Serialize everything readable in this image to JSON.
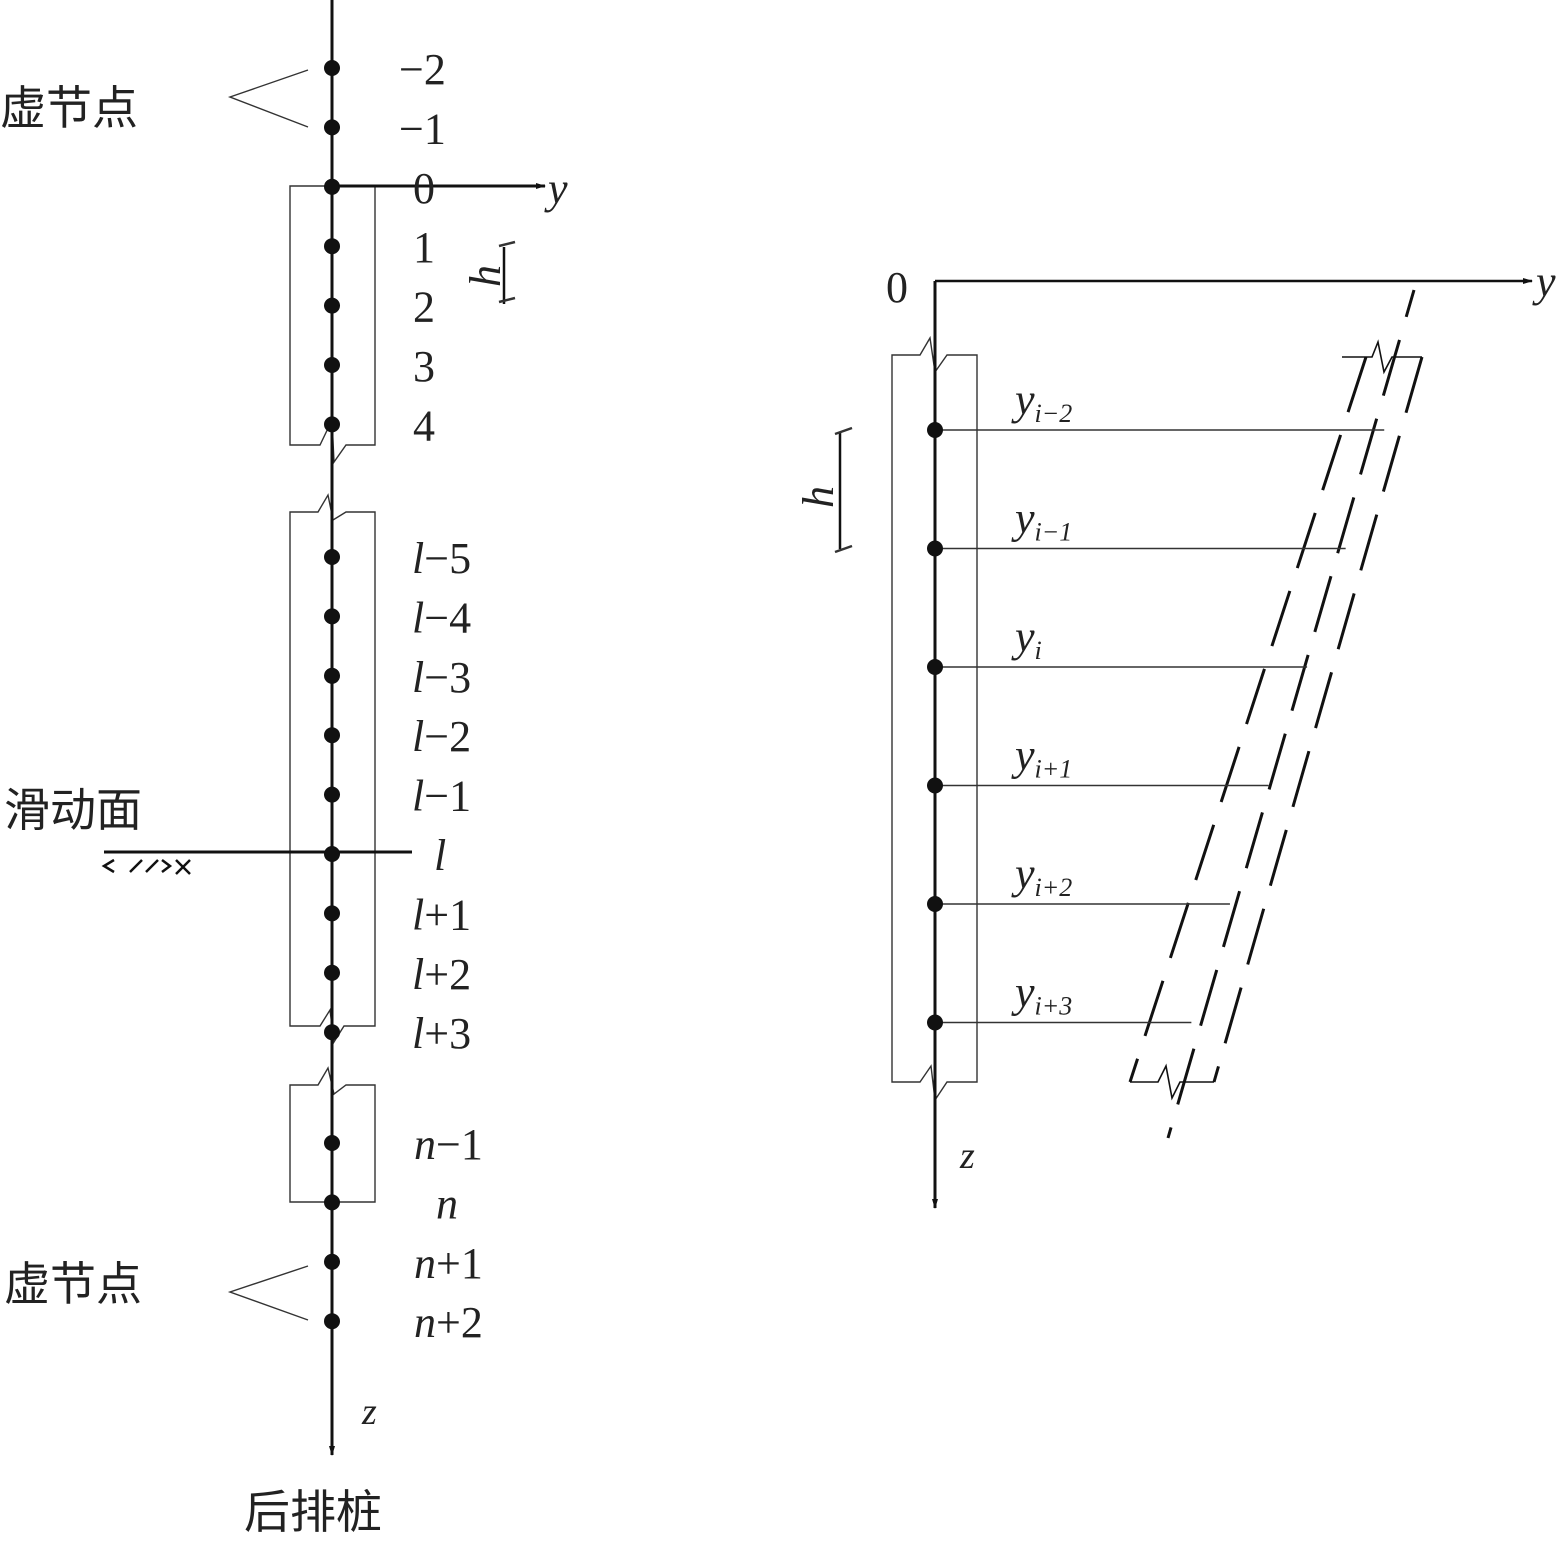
{
  "colors": {
    "ink": "#111111",
    "background": "#ffffff"
  },
  "left_diagram": {
    "virtual_nodes_top_label": "虚节点",
    "virtual_nodes_bottom_label": "虚节点",
    "slip_surface_label": "滑动面",
    "slip_hatch": "<//>×",
    "pile_label": "后排桩",
    "y_axis_label": "y",
    "z_axis_label": "z",
    "h_label": "h",
    "sections": [
      {
        "nodes": [
          {
            "pre": "",
            "op": "−",
            "num": "2"
          },
          {
            "pre": "",
            "op": "−",
            "num": "1"
          },
          {
            "pre": "",
            "op": "",
            "num": "0"
          },
          {
            "pre": "",
            "op": "",
            "num": "1"
          },
          {
            "pre": "",
            "op": "",
            "num": "2"
          },
          {
            "pre": "",
            "op": "",
            "num": "3"
          },
          {
            "pre": "",
            "op": "",
            "num": "4"
          }
        ]
      },
      {
        "nodes": [
          {
            "pre": "l",
            "op": "−",
            "num": "5"
          },
          {
            "pre": "l",
            "op": "−",
            "num": "4"
          },
          {
            "pre": "l",
            "op": "−",
            "num": "3"
          },
          {
            "pre": "l",
            "op": "−",
            "num": "2"
          },
          {
            "pre": "l",
            "op": "−",
            "num": "1"
          },
          {
            "pre": "l",
            "op": "",
            "num": ""
          },
          {
            "pre": "l",
            "op": "+",
            "num": "1"
          },
          {
            "pre": "l",
            "op": "+",
            "num": "2"
          },
          {
            "pre": "l",
            "op": "+",
            "num": "3"
          }
        ]
      },
      {
        "nodes": [
          {
            "pre": "n",
            "op": "−",
            "num": "1"
          },
          {
            "pre": "n",
            "op": "",
            "num": ""
          },
          {
            "pre": "n",
            "op": "+",
            "num": "1"
          },
          {
            "pre": "n",
            "op": "+",
            "num": "2"
          }
        ]
      }
    ]
  },
  "right_diagram": {
    "origin_label": "0",
    "y_axis_label": "y",
    "z_axis_label": "z",
    "h_label": "h",
    "y_base": "y",
    "deflections": [
      {
        "sub": "i−2"
      },
      {
        "sub": "i−1"
      },
      {
        "sub": "i"
      },
      {
        "sub": "i+1"
      },
      {
        "sub": "i+2"
      },
      {
        "sub": "i+3"
      }
    ]
  }
}
